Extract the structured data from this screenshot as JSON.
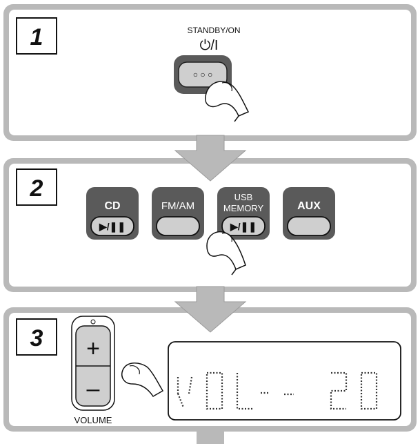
{
  "steps": [
    {
      "number": "1"
    },
    {
      "number": "2"
    },
    {
      "number": "3"
    }
  ],
  "step1": {
    "button_caption": "STANDBY/ON",
    "power_symbol": "⏻/I",
    "indicator": "○ ○ ○"
  },
  "step2": {
    "sources": [
      {
        "label_line1": "CD",
        "label_line2": "",
        "bold": true,
        "play_pause": "▶/❚❚"
      },
      {
        "label_line1": "FM/AM",
        "label_line2": "",
        "bold": false,
        "play_pause": ""
      },
      {
        "label_line1": "USB",
        "label_line2": "MEMORY",
        "bold": false,
        "play_pause": "▶/❚❚"
      },
      {
        "label_line1": "AUX",
        "label_line2": "",
        "bold": true,
        "play_pause": ""
      }
    ]
  },
  "step3": {
    "plus": "+",
    "minus": "–",
    "volume_label": "VOLUME",
    "display_text": "VOL - 20"
  },
  "colors": {
    "panel_fill": "#b9b9b9",
    "panel_inner": "#ffffff",
    "button_dark": "#5a5a5a",
    "button_light": "#cfcfcf"
  }
}
